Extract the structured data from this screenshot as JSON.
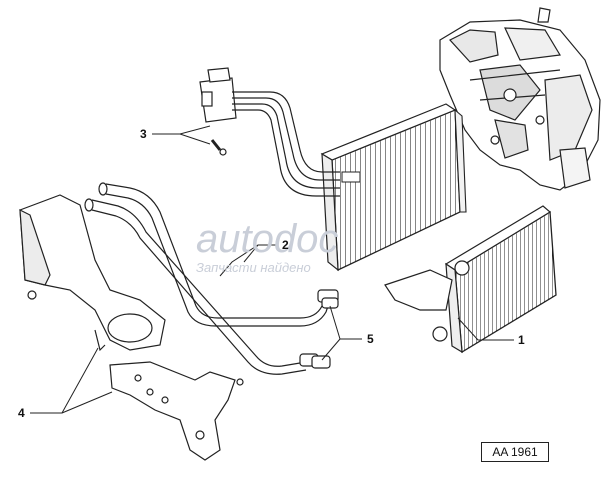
{
  "callouts": [
    {
      "id": "evaporator-core",
      "number": "1"
    },
    {
      "id": "hoses",
      "number": "2"
    },
    {
      "id": "expansion-valve",
      "number": "3"
    },
    {
      "id": "brackets",
      "number": "4"
    },
    {
      "id": "clamps",
      "number": "5"
    }
  ],
  "watermark": {
    "line1": "autodoc",
    "line2": "Запчасти найдено"
  },
  "reference_code": "AA 1961"
}
